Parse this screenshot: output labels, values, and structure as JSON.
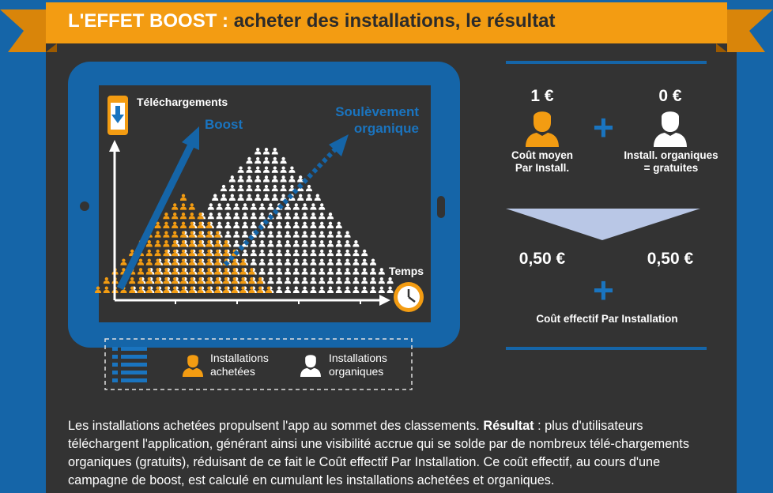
{
  "header": {
    "title_main": "L'EFFET BOOST :",
    "title_sub": "acheter des installations, le résultat"
  },
  "chart": {
    "y_label": "Téléchargements",
    "x_label": "Temps",
    "boost_label": "Boost",
    "organic_label_line1": "Soulèvement",
    "organic_label_line2": "organique"
  },
  "legend": {
    "bought_line1": "Installations",
    "bought_line2": "achetées",
    "organic_line1": "Installations",
    "organic_line2": "organiques"
  },
  "cost_top": {
    "left_value": "1 €",
    "left_caption_line1": "Coût moyen",
    "left_caption_line2": "Par Install.",
    "right_value": "0 €",
    "right_caption_line1": "Install. organiques",
    "right_caption_line2": "= gratuites",
    "plus": "+"
  },
  "cost_bottom": {
    "left_value": "0,50 €",
    "right_value": "0,50 €",
    "caption": "Coût effectif Par Installation",
    "plus": "+"
  },
  "body": {
    "text_1": "Les installations achetées propulsent l'app au sommet des classements.",
    "bold": "Résultat",
    "text_2": ": plus d'utilisateurs téléchargent l'application, générant ainsi une visibilité accrue qui se solde par de nombreux télé-chargements organiques (gratuits), réduisant de ce fait le Coût effectif Par Installation. Ce coût effectif, au cours d'une campagne de boost, est calculé en cumulant les installations achetées et organiques."
  },
  "colors": {
    "background": "#1565a8",
    "panel": "#333333",
    "ribbon": "#f39c12",
    "bought": "#f39c12",
    "organic": "#ffffff",
    "accent_blue": "#1a74bf",
    "funnel": "#b9c7e6"
  },
  "icons": {
    "y_axis": "download-phone-icon",
    "x_axis": "clock-icon",
    "legend": "list-icon",
    "person": "person-icon"
  }
}
